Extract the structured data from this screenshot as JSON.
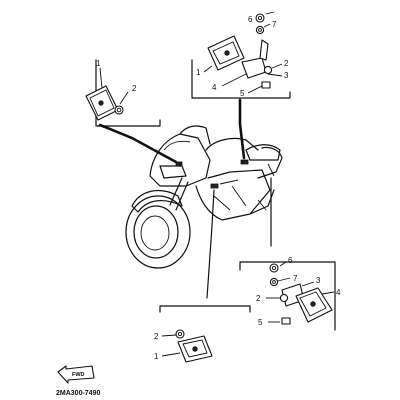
{
  "diagram": {
    "part_code": "2MA300-7490",
    "forward_marker": "FWD",
    "callouts": {
      "front_left": {
        "reflector": "1",
        "nut": "2"
      },
      "front_right": {
        "reflector": "1",
        "nut": "2",
        "bracket": "3",
        "screw": "4",
        "bolt": "5",
        "washer_a": "6",
        "washer_b": "7"
      },
      "rear_right": {
        "bolt": "5",
        "nut": "2",
        "bracket": "3",
        "washer_a": "6",
        "washer_b": "7",
        "reflector": "4"
      },
      "rear_left": {
        "nut": "2",
        "reflector": "1"
      }
    }
  }
}
